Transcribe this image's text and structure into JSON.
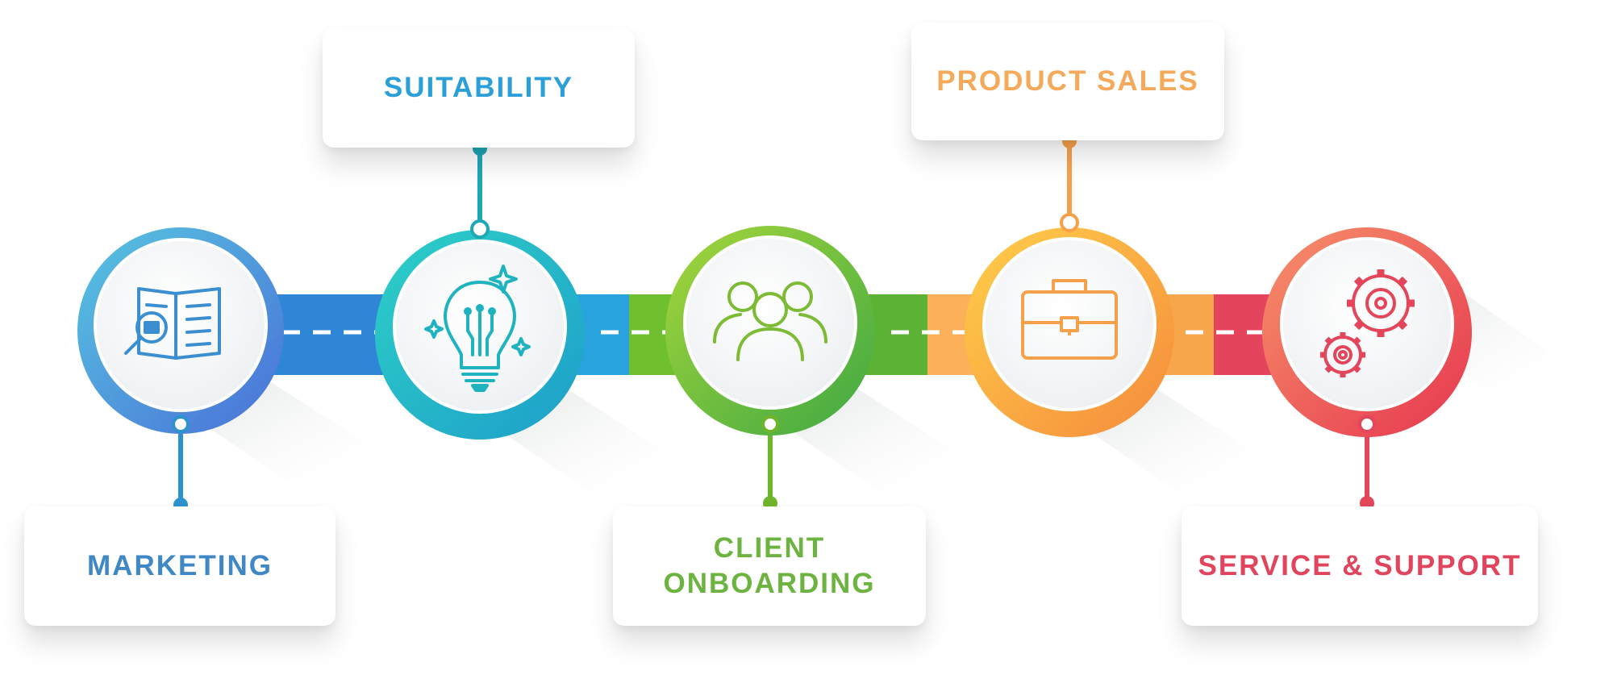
{
  "steps": [
    {
      "id": "marketing",
      "label": "MARKETING",
      "color": "#3f88c5",
      "icon": "open-book-magnifier-icon"
    },
    {
      "id": "suitability",
      "label": "SUITABILITY",
      "color": "#2a9fd8",
      "icon": "lightbulb-icon"
    },
    {
      "id": "client-onboarding",
      "label": "CLIENT\nONBOARDING",
      "color": "#6cb33f",
      "icon": "people-group-icon"
    },
    {
      "id": "product-sales",
      "label": "PRODUCT SALES",
      "color": "#f5a95b",
      "icon": "briefcase-icon"
    },
    {
      "id": "service-support",
      "label": "SERVICE & SUPPORT",
      "color": "#e0455d",
      "icon": "gears-icon"
    }
  ]
}
